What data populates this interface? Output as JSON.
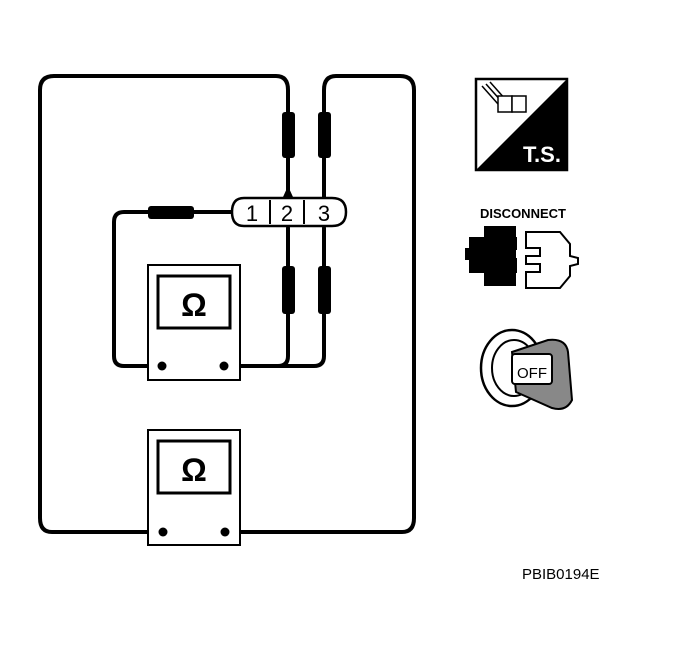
{
  "connector": {
    "pins": [
      "1",
      "2",
      "3"
    ]
  },
  "meters": {
    "upper": {
      "symbol": "Ω"
    },
    "lower": {
      "symbol": "Ω"
    }
  },
  "icons": {
    "ts": {
      "label": "T.S.",
      "icon": "ts-icon"
    },
    "disconnect": {
      "label": "DISCONNECT",
      "icon": "disconnect-connector-icon"
    },
    "ignition": {
      "label": "OFF",
      "icon": "ignition-key-off-icon"
    }
  },
  "figure_code": "PBIB0194E"
}
